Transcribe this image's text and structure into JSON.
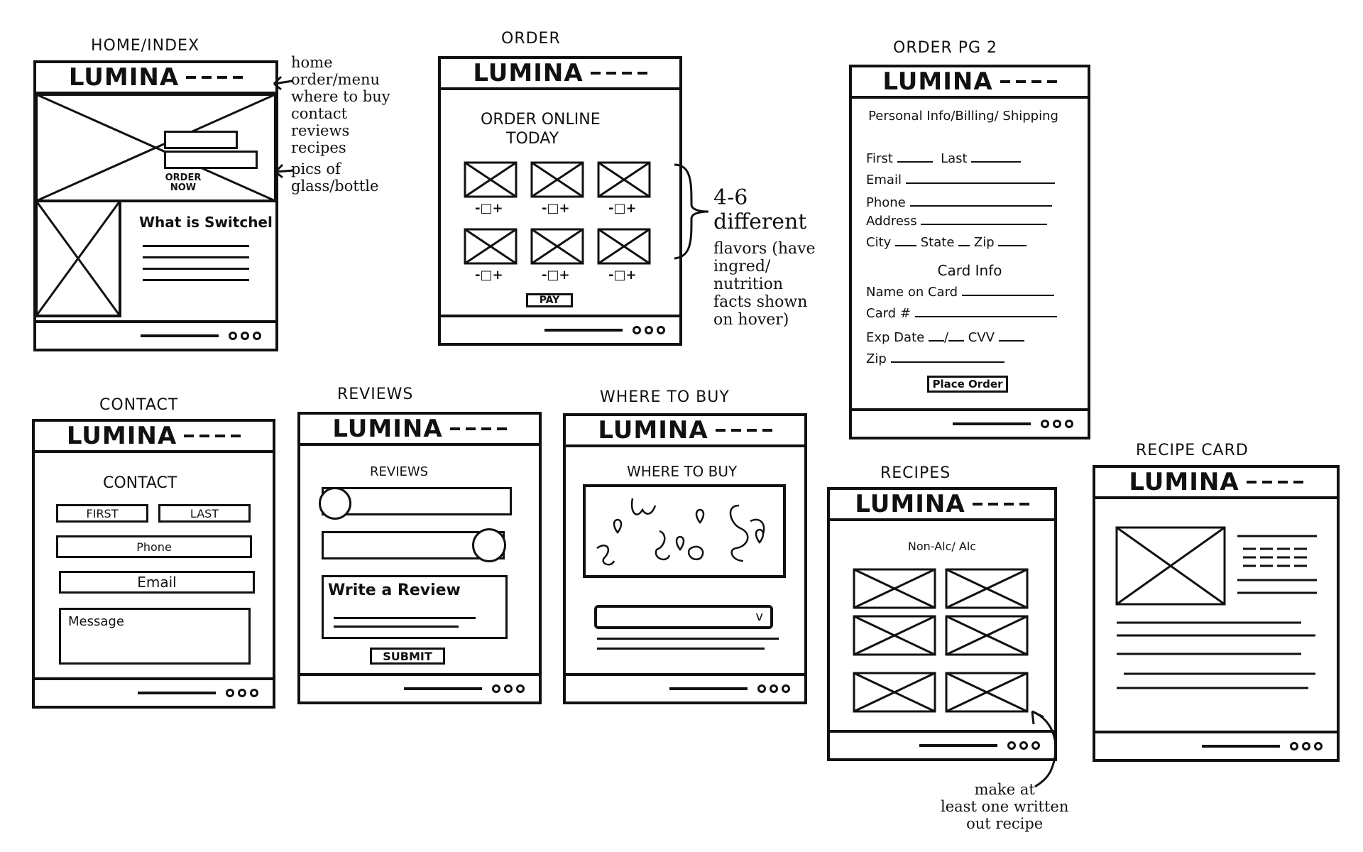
{
  "brand": "LUMINA",
  "labels": {
    "home": "HOME/INDEX",
    "order": "ORDER",
    "order2": "ORDER PG 2",
    "contact": "CONTACT",
    "reviews": "REVIEWS",
    "wheretobuy": "WHERE TO BUY",
    "recipes": "RECIPES",
    "recipecard": "RECIPE CARD"
  },
  "annotations": {
    "nav_items": [
      "home",
      "order/menu",
      "where to buy",
      "contact",
      "reviews",
      "recipes"
    ],
    "pics": [
      "pics of",
      "glass/bottle"
    ],
    "flavors": [
      "4-6",
      "different",
      "flavors (have",
      "ingred/",
      "nutrition",
      "facts shown",
      "on hover)"
    ],
    "recipe_note": [
      "make at",
      "least one written",
      "out recipe"
    ]
  },
  "home": {
    "order_now": "ORDER NOW",
    "what_is": "What is Switchel"
  },
  "order": {
    "heading_line1": "ORDER ONLINE",
    "heading_line2": "TODAY",
    "stepper": "-□+",
    "pay": "PAY"
  },
  "order2": {
    "section1": "Personal Info/Billing/ Shipping",
    "first": "First",
    "last": "Last",
    "email": "Email",
    "phone": "Phone",
    "address": "Address",
    "city": "City",
    "state": "State",
    "zip": "Zip",
    "card_info": "Card Info",
    "name_on_card": "Name on Card",
    "card_num": "Card #",
    "exp": "Exp Date",
    "cvv": "CVV",
    "zip2": "Zip",
    "place_order": "Place Order"
  },
  "contact": {
    "heading": "CONTACT",
    "first": "FIRST",
    "last": "LAST",
    "phone": "Phone",
    "email": "Email",
    "message": "Message"
  },
  "reviews": {
    "heading": "REVIEWS",
    "write": "Write a Review",
    "submit": "SUBMIT"
  },
  "wheretobuy": {
    "heading": "WHERE TO BUY",
    "dropdown": "v"
  },
  "recipes": {
    "filter": "Non-Alc/ Alc"
  }
}
